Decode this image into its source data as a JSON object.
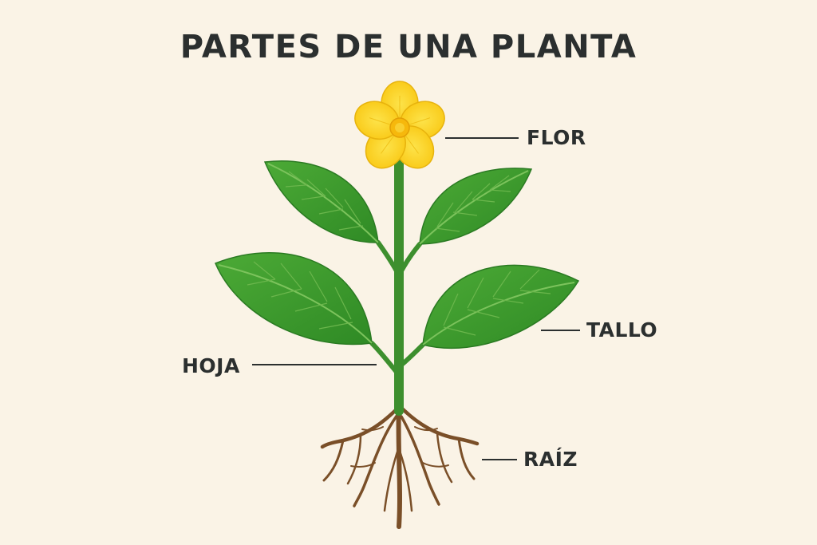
{
  "title": "PARTES DE UNA PLANTA",
  "labels": {
    "flower": "FLOR",
    "stem": "TALLO",
    "leaf": "HOJA",
    "root": "RAÍZ"
  },
  "colors": {
    "background": "#faf3e6",
    "text": "#2b2f2f",
    "leaf": "#3f9a2f",
    "stem": "#3d8f2e",
    "petal": "#fbd420",
    "flower_center": "#f6b80c",
    "root": "#7a4f28"
  }
}
